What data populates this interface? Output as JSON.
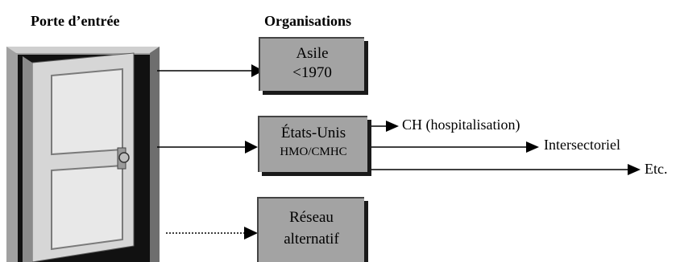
{
  "headings": {
    "left": "Porte d’entrée",
    "right": "Organisations"
  },
  "boxes": {
    "asile": {
      "line1": "Asile",
      "line2": "<1970"
    },
    "etats_unis": {
      "line1": "États-Unis",
      "line2": "HMO/CMHC"
    },
    "reseau": {
      "line1": "Réseau",
      "line2": "alternatif"
    }
  },
  "branches": {
    "ch": "CH (hospitalisation)",
    "intersectoriel": "Intersectoriel",
    "etc": "Etc."
  },
  "colors": {
    "box_fill": "#a3a3a3",
    "box_shadow": "#1a1a1a",
    "door_face": "#d6d6d6",
    "door_frame": "#a0a0a0",
    "door_opening": "#111111"
  }
}
